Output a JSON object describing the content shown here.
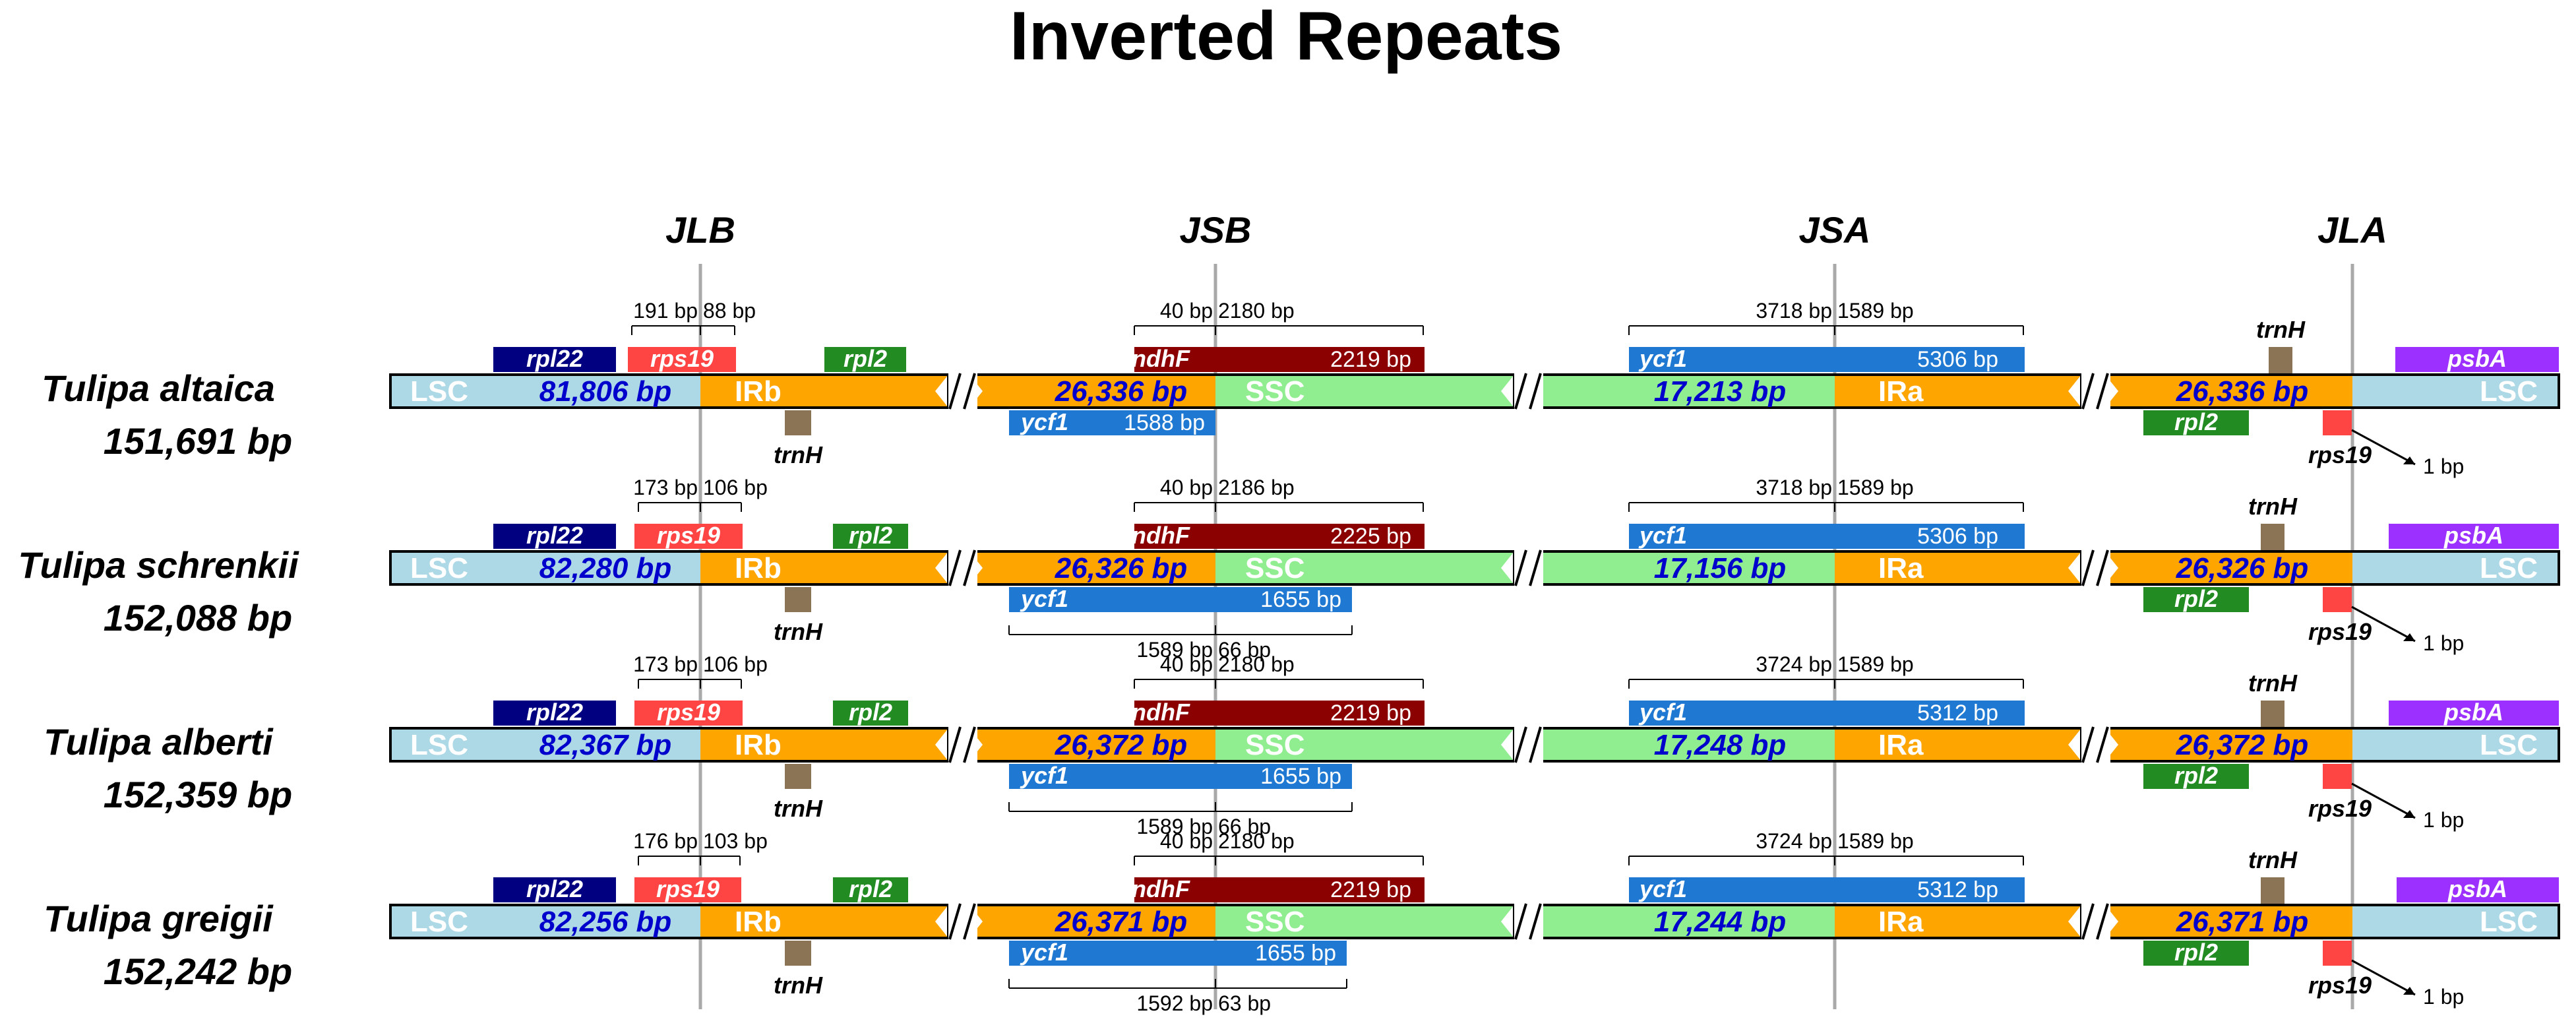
{
  "title": "Inverted Repeats",
  "junctions": [
    "JLB",
    "JSB",
    "JSA",
    "JLA"
  ],
  "colors": {
    "lsc": "#add8e6",
    "ir": "#ffa500",
    "ssc": "#90ee90",
    "rpl22": "#000080",
    "rps19": "#ff4444",
    "rpl2": "#228b22",
    "ndhF": "#8b0000",
    "ycf1": "#1f78d1",
    "trnH": "#8b7355",
    "psbA": "#9b30ff",
    "region_label_blue": "#0000cc",
    "junction_line": "#a9a9a9"
  },
  "gene_names": {
    "rpl22": "rpl22",
    "rps19": "rps19",
    "rpl2": "rpl2",
    "ndhF": "ndhF",
    "ycf1": "ycf1",
    "trnH": "trnH",
    "psbA": "psbA"
  },
  "region_names": {
    "lsc": "LSC",
    "irb": "IRb",
    "ssc": "SSC",
    "ira": "IRa"
  },
  "species": [
    {
      "name": "Tulipa altaica",
      "total": "151,691 bp",
      "lsc": "81,806 bp",
      "irb": "26,336 bp",
      "ssc": "17,213 bp",
      "ira": "26,336 bp",
      "rps19_split": [
        "191 bp",
        "88 bp"
      ],
      "ndhF_split": [
        "40 bp",
        "2180 bp"
      ],
      "ndhF_len": "2219 bp",
      "ycf1_frag_len": "1588 bp",
      "ycf1_frag_split": [
        "",
        ""
      ],
      "ycf1_split": [
        "3718 bp",
        "1589 bp"
      ],
      "ycf1_len": "5306 bp",
      "rps19_jla": "1 bp"
    },
    {
      "name": "Tulipa schrenkii",
      "total": "152,088 bp",
      "lsc": "82,280 bp",
      "irb": "26,326 bp",
      "ssc": "17,156 bp",
      "ira": "26,326 bp",
      "rps19_split": [
        "173 bp",
        "106 bp"
      ],
      "ndhF_split": [
        "40 bp",
        "2186 bp"
      ],
      "ndhF_len": "2225 bp",
      "ycf1_frag_len": "1655 bp",
      "ycf1_frag_split": [
        "1589 bp",
        "66 bp"
      ],
      "ycf1_split": [
        "3718 bp",
        "1589 bp"
      ],
      "ycf1_len": "5306 bp",
      "rps19_jla": "1 bp"
    },
    {
      "name": "Tulipa alberti",
      "total": "152,359 bp",
      "lsc": "82,367 bp",
      "irb": "26,372 bp",
      "ssc": "17,248 bp",
      "ira": "26,372 bp",
      "rps19_split": [
        "173 bp",
        "106 bp"
      ],
      "ndhF_split": [
        "40 bp",
        "2180 bp"
      ],
      "ndhF_len": "2219 bp",
      "ycf1_frag_len": "1655 bp",
      "ycf1_frag_split": [
        "1589 bp",
        "66 bp"
      ],
      "ycf1_split": [
        "3724 bp",
        "1589 bp"
      ],
      "ycf1_len": "5312 bp",
      "rps19_jla": "1 bp"
    },
    {
      "name": "Tulipa greigii",
      "total": "152,242 bp",
      "lsc": "82,256 bp",
      "irb": "26,371 bp",
      "ssc": "17,244 bp",
      "ira": "26,371 bp",
      "rps19_split": [
        "176 bp",
        "103 bp"
      ],
      "ndhF_split": [
        "40 bp",
        "2180 bp"
      ],
      "ndhF_len": "2219 bp",
      "ycf1_frag_len": "1655 bp",
      "ycf1_frag_split": [
        "1592 bp",
        "63 bp"
      ],
      "ycf1_split": [
        "3724 bp",
        "1589 bp"
      ],
      "ycf1_len": "5312 bp",
      "rps19_jla": "1 bp"
    }
  ]
}
